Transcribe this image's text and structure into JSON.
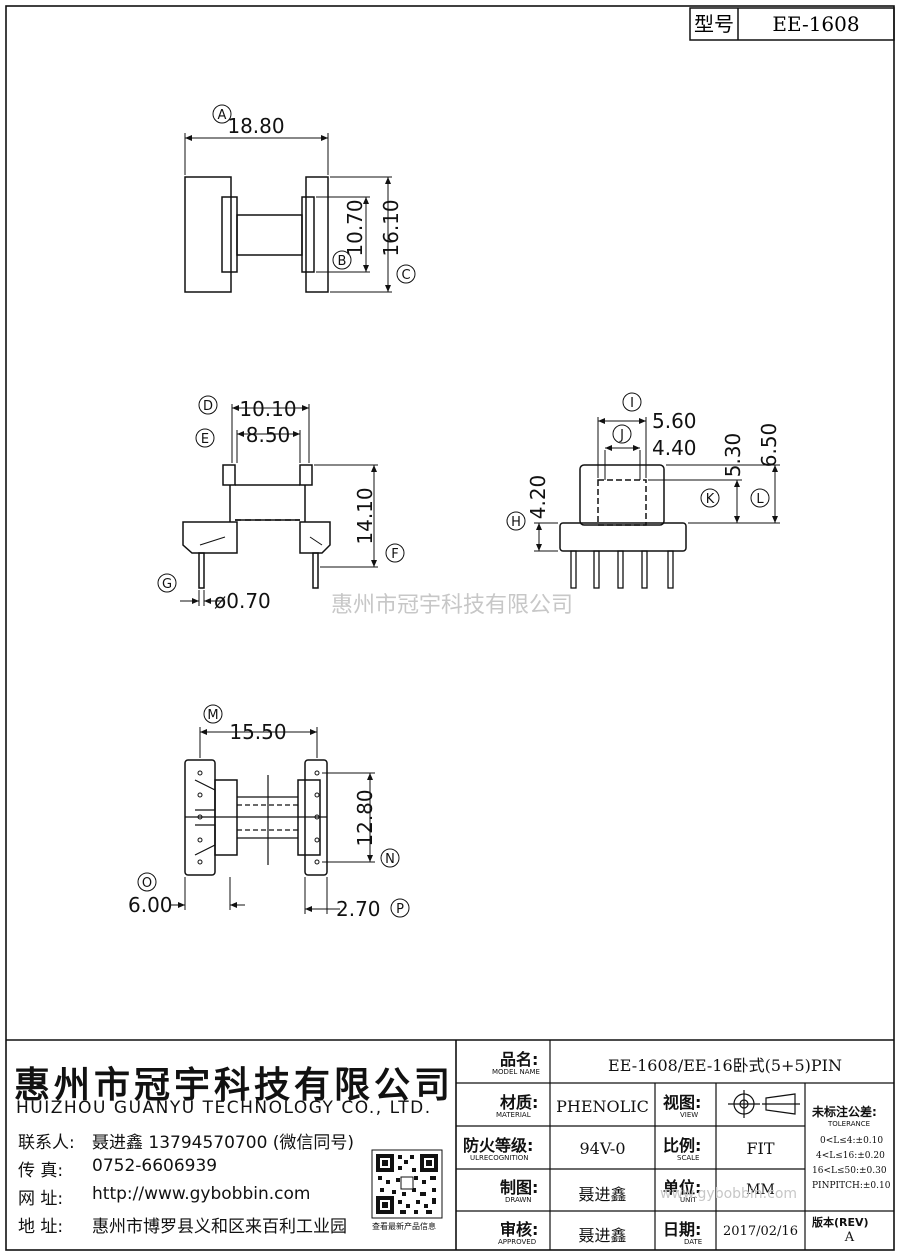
{
  "header": {
    "model_label": "型号",
    "model_value": "EE-1608"
  },
  "watermark": "惠州市冠宇科技有限公司",
  "top_view": {
    "A": "18.80",
    "B": "10.70",
    "C": "16.10"
  },
  "front_view": {
    "D": "10.10",
    "E": "8.50",
    "F": "14.10",
    "G": "ø0.70"
  },
  "side_view": {
    "I": "5.60",
    "J": "4.40",
    "K": "5.30",
    "L": "6.50",
    "H": "4.20"
  },
  "bottom_view": {
    "M": "15.50",
    "N": "12.80",
    "O": "6.00",
    "P": "2.70"
  },
  "company": {
    "name_cn": "惠州市冠宇科技有限公司",
    "name_en": "HUIZHOU GUANYU TECHNOLOGY CO., LTD.",
    "contact_label": "联系人:",
    "contact_value": "聂进鑫  13794570700 (微信同号)",
    "fax_label": "传    真:",
    "fax_value": "0752-6606939",
    "web_label": "网    址:",
    "web_value": "http://www.gybobbin.com",
    "addr_label": "地    址:",
    "addr_value": "惠州市博罗县义和区来百利工业园",
    "qr_caption": "查看最新产品信息"
  },
  "title_block": {
    "product_name_label": "品名:",
    "product_name_sub": "MODEL NAME",
    "product_name": "EE-1608/EE-16卧式(5+5)PIN",
    "material_label": "材质:",
    "material_sub": "MATERIAL",
    "material": "PHENOLIC",
    "view_label": "视图:",
    "view_sub": "VIEW",
    "fire_label": "防火等级:",
    "fire_sub": "ULRECOGNITION",
    "fire": "94V-0",
    "scale_label": "比例:",
    "scale_sub": "SCALE",
    "scale": "FIT",
    "drawn_label": "制图:",
    "drawn_sub": "DRAWN",
    "drawn": "聂进鑫",
    "unit_label": "单位:",
    "unit_sub": "UNIT",
    "unit": "MM",
    "approved_label": "审核:",
    "approved_sub": "APPROVED",
    "approved": "聂进鑫",
    "date_label": "日期:",
    "date_sub": "DATE",
    "date": "2017/02/16",
    "tol_title": "未标注公差:",
    "tol_sub": "TOLERANCE",
    "tol_1": "0<L≤4:±0.10",
    "tol_2": "4<L≤16:±0.20",
    "tol_3": "16<L≤50:±0.30",
    "tol_4": "PINPITCH:±0.10",
    "rev_label": "版本(REV)",
    "rev": "A",
    "watermark_small": "www.gybobbin.com"
  }
}
